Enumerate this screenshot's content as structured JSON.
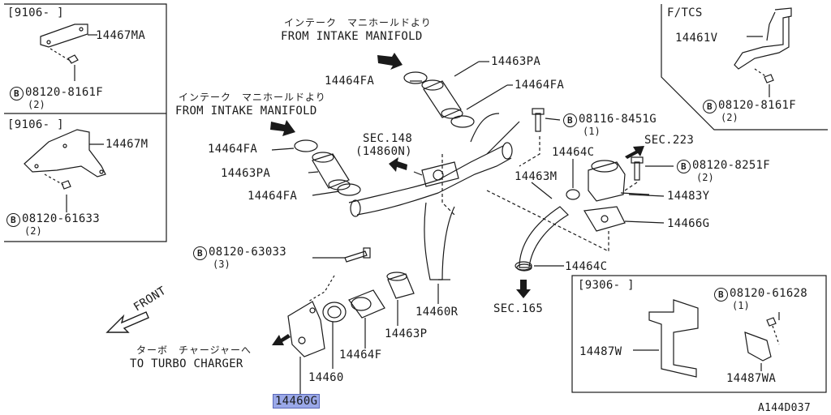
{
  "panels": {
    "a": {
      "range": "[9106-      ]",
      "part": "14467MA",
      "bolt": "08120-8161F",
      "qty": "(2)"
    },
    "b": {
      "range": "[9106-      ]",
      "part": "14467M",
      "bolt": "08120-61633",
      "qty": "(2)"
    },
    "c": {
      "range": "F/TCS",
      "part": "14461V",
      "bolt": "08120-8161F",
      "qty": "(2)"
    },
    "d": {
      "range": "[9306-      ]",
      "part1": "14487W",
      "part2": "14487WA",
      "bolt": "08120-61628",
      "qty": "(1)"
    }
  },
  "notes": {
    "intake_jp": "インテーク　マニホールドより",
    "intake_en": "FROM INTAKE MANIFOLD",
    "turbo_jp": "ターボ　チャージャーへ",
    "turbo_en": "TO TURBO CHARGER",
    "front": "FRONT",
    "sec148": "SEC.148",
    "sec148_sub": "(14860N)",
    "sec223": "SEC.223",
    "sec165": "SEC.165"
  },
  "parts": {
    "p14463PA_a": "14463PA",
    "p14464FA_a": "14464FA",
    "p14464FA_b": "14464FA",
    "p14464FA_c": "14464FA",
    "p14463PA_b": "14463PA",
    "p14464FA_d": "14464FA",
    "p08116": "08116-8451G",
    "p08116_qty": "(1)",
    "p14464C_a": "14464C",
    "p08120_8251": "08120-8251F",
    "p08120_8251_qty": "(2)",
    "p14483Y": "14483Y",
    "p14466G": "14466G",
    "p14463M": "14463M",
    "p14464C_b": "14464C",
    "p08120_63033": "08120-63033",
    "p08120_63033_qty": "(3)",
    "p14460R": "14460R",
    "p14463P": "14463P",
    "p14464F": "14464F",
    "p14460": "14460",
    "p14460G": "14460G"
  },
  "bolt_mark": "B",
  "figure_id": "A144D037"
}
